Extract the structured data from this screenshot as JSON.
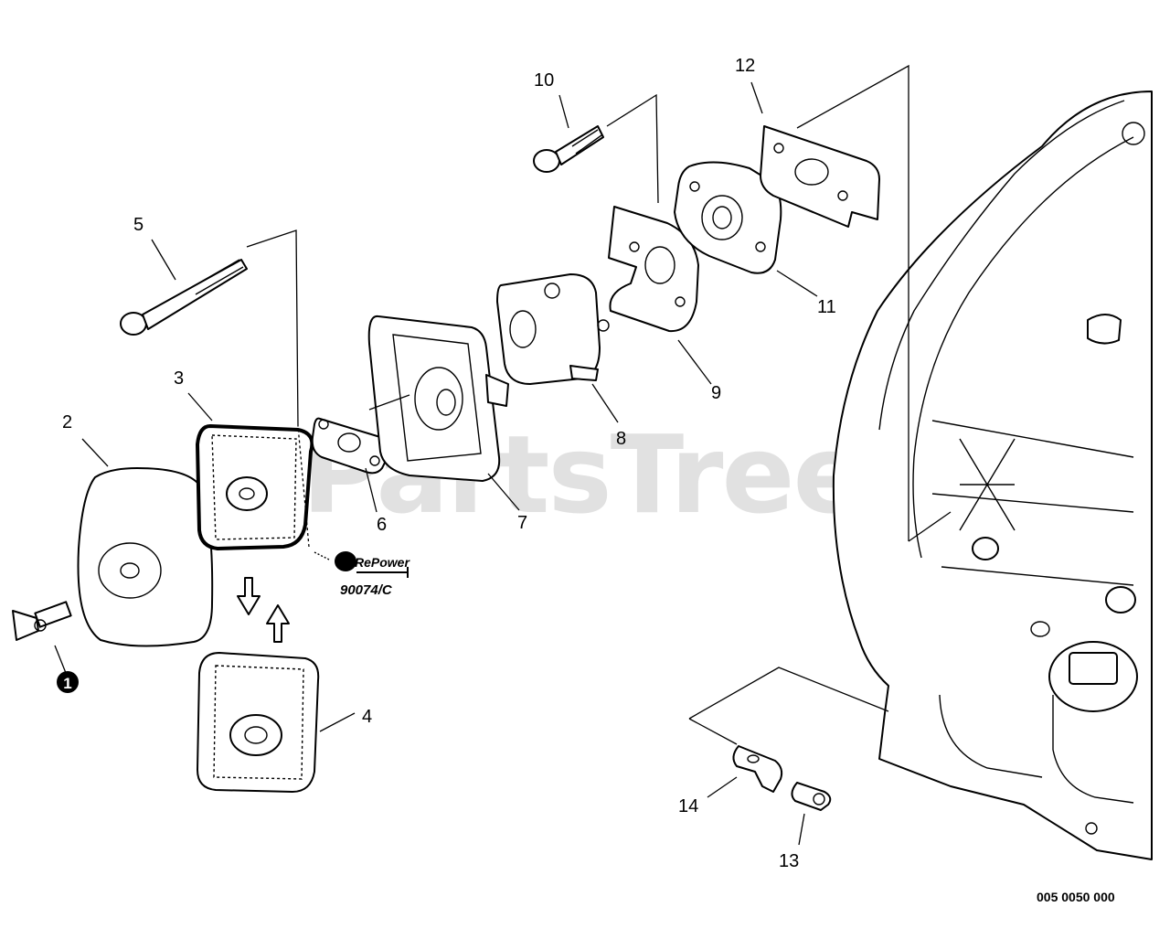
{
  "watermark": "PartsTree",
  "diagram_code": "005 0050 000",
  "repower": {
    "brand": "RePower",
    "part_number": "90074/C"
  },
  "callouts": {
    "c1": "1",
    "c2": "2",
    "c3": "3",
    "c4": "4",
    "c5": "5",
    "c6": "6",
    "c7": "7",
    "c8": "8",
    "c9": "9",
    "c10": "10",
    "c11": "11",
    "c12": "12",
    "c13": "13",
    "c14": "14"
  }
}
